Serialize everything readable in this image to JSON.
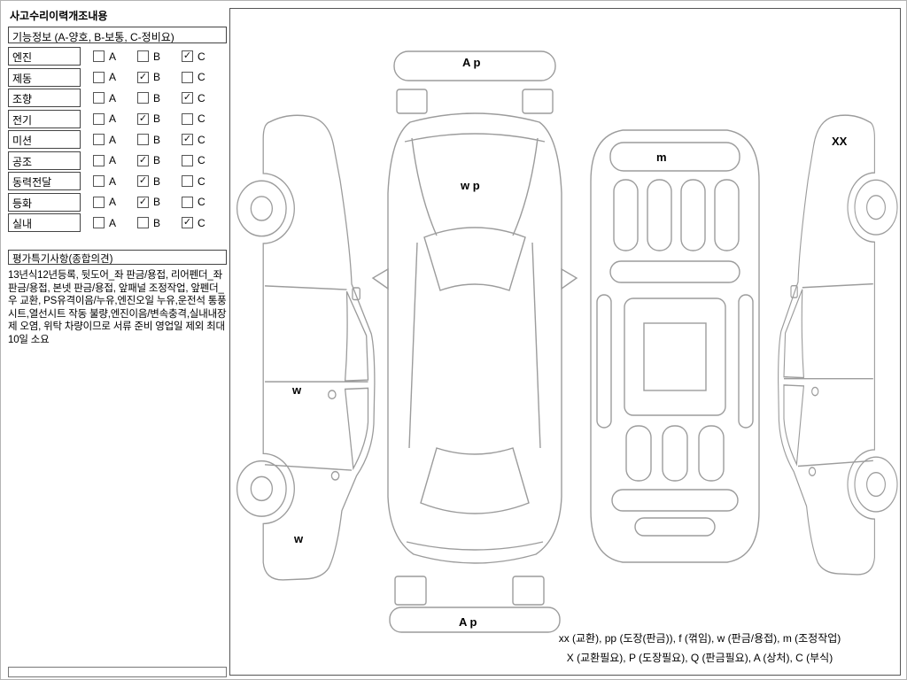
{
  "page": {
    "title": "사고수리이력개조내용"
  },
  "function_table": {
    "header": "기능정보 (A-양호, B-보통, C-정비요)",
    "grades": [
      "A",
      "B",
      "C"
    ],
    "rows": [
      {
        "label": "엔진",
        "a": false,
        "b": false,
        "c": true
      },
      {
        "label": "제동",
        "a": false,
        "b": true,
        "c": false
      },
      {
        "label": "조향",
        "a": false,
        "b": false,
        "c": true
      },
      {
        "label": "전기",
        "a": false,
        "b": true,
        "c": false
      },
      {
        "label": "미션",
        "a": false,
        "b": false,
        "c": true
      },
      {
        "label": "공조",
        "a": false,
        "b": true,
        "c": false
      },
      {
        "label": "동력전달",
        "a": false,
        "b": true,
        "c": false
      },
      {
        "label": "등화",
        "a": false,
        "b": true,
        "c": false
      },
      {
        "label": "실내",
        "a": false,
        "b": false,
        "c": true
      }
    ]
  },
  "notes": {
    "header": "평가특기사항(종합의견)",
    "text": "13년식12년등록, 뒷도어_좌 판금/용접, 리어펜더_좌 판금/용접, 본넷 판금/용접, 앞패널 조정작업, 앞펜더_우 교환, PS유격이음/누유,엔진오일 누유,운전석 통풍시트,열선시트 작동 불량,엔진이음/변속충격,실내내장제 오염, 위탁 차량이므로 서류 준비 영업일 제외 최대 10일 소요"
  },
  "diagram": {
    "labels": {
      "front_bumper": "A p",
      "hood": "w p",
      "rear_bumper": "A p",
      "left_rear_door": "w",
      "left_rear_fender": "w",
      "frame_top": "m",
      "right_front_fender": "XX"
    },
    "legend": [
      "xx (교환), pp (도장(판금)), f (꺾임), w (판금/용접), m (조정작업)",
      "X (교환필요), P (도장필요), Q (판금필요), A (상처), C (부식)"
    ]
  }
}
